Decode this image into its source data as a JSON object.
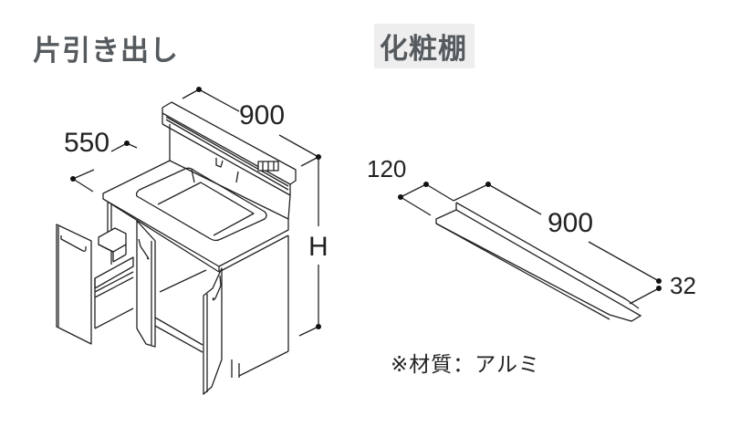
{
  "left_section": {
    "title": "片引き出し",
    "dimensions": {
      "width": "900",
      "depth": "550",
      "height": "H"
    }
  },
  "right_section": {
    "title": "化粧棚",
    "dimensions": {
      "depth": "120",
      "width": "900",
      "height": "32"
    },
    "note": "※材質：アルミ"
  },
  "colors": {
    "title_text": "#555a5e",
    "title_highlight_bg": "#eeeeee",
    "line": "#222222"
  }
}
